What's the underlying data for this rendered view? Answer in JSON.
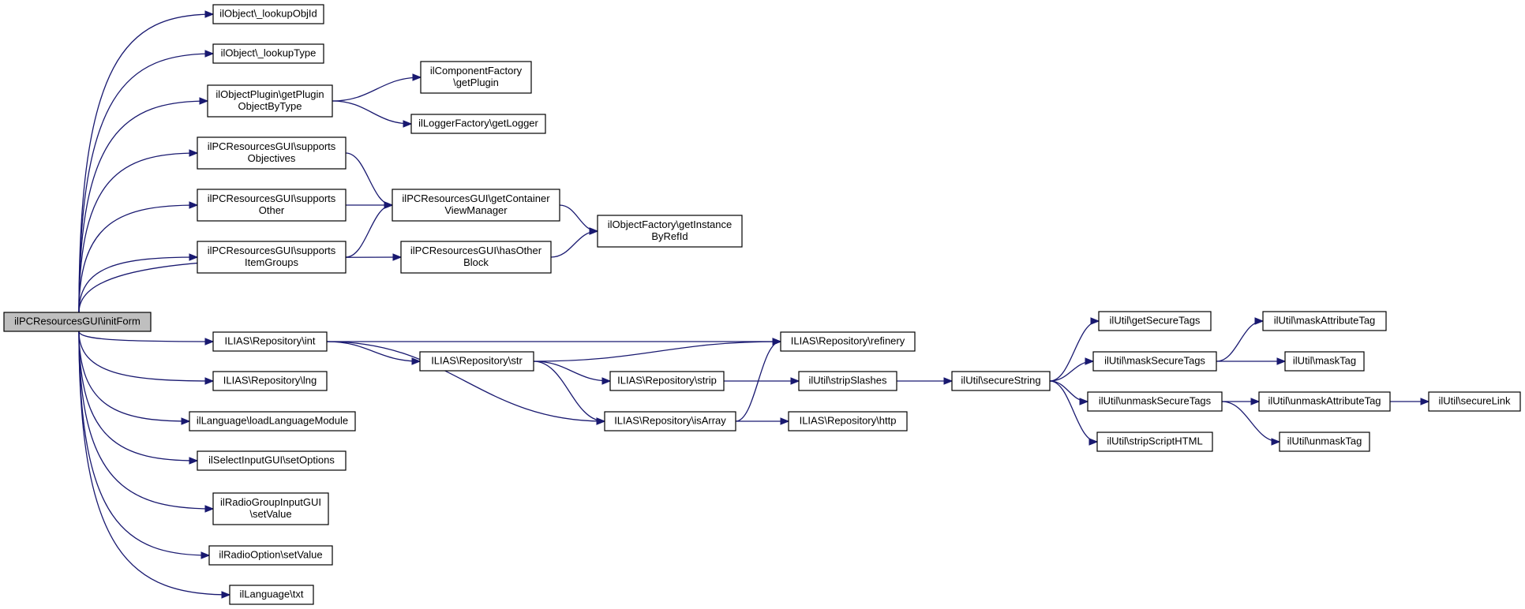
{
  "diagram": {
    "root": "initForm",
    "colors": {
      "edge": "#191970",
      "node_border": "#000000",
      "root_fill": "#bfbfbf",
      "node_fill": "#ffffff"
    },
    "nodes": [
      {
        "id": "initForm",
        "lines": [
          "ilPCResourcesGUI\\initForm"
        ]
      },
      {
        "id": "lookupObjId",
        "lines": [
          "ilObject\\_lookupObjId"
        ]
      },
      {
        "id": "lookupType",
        "lines": [
          "ilObject\\_lookupType"
        ]
      },
      {
        "id": "getPluginObjectByType",
        "lines": [
          "ilObjectPlugin\\getPlugin",
          "ObjectByType"
        ]
      },
      {
        "id": "compFactoryGetPlugin",
        "lines": [
          "ilComponentFactory",
          "\\getPlugin"
        ]
      },
      {
        "id": "getLogger",
        "lines": [
          "ilLoggerFactory\\getLogger"
        ]
      },
      {
        "id": "supportsObjectives",
        "lines": [
          "ilPCResourcesGUI\\supports",
          "Objectives"
        ]
      },
      {
        "id": "supportsOther",
        "lines": [
          "ilPCResourcesGUI\\supports",
          "Other"
        ]
      },
      {
        "id": "supportsItemGroups",
        "lines": [
          "ilPCResourcesGUI\\supports",
          "ItemGroups"
        ]
      },
      {
        "id": "getContainerViewManager",
        "lines": [
          "ilPCResourcesGUI\\getContainer",
          "ViewManager"
        ]
      },
      {
        "id": "hasOtherBlock",
        "lines": [
          "ilPCResourcesGUI\\hasOther",
          "Block"
        ]
      },
      {
        "id": "getInstanceByRefId",
        "lines": [
          "ilObjectFactory\\getInstance",
          "ByRefId"
        ]
      },
      {
        "id": "repoInt",
        "lines": [
          "ILIAS\\Repository\\int"
        ]
      },
      {
        "id": "repoStr",
        "lines": [
          "ILIAS\\Repository\\str"
        ]
      },
      {
        "id": "repoRefinery",
        "lines": [
          "ILIAS\\Repository\\refinery"
        ]
      },
      {
        "id": "repoStrip",
        "lines": [
          "ILIAS\\Repository\\strip"
        ]
      },
      {
        "id": "repoIsArray",
        "lines": [
          "ILIAS\\Repository\\isArray"
        ]
      },
      {
        "id": "repoHttp",
        "lines": [
          "ILIAS\\Repository\\http"
        ]
      },
      {
        "id": "repoLng",
        "lines": [
          "ILIAS\\Repository\\lng"
        ]
      },
      {
        "id": "loadLanguageModule",
        "lines": [
          "ilLanguage\\loadLanguageModule"
        ]
      },
      {
        "id": "setOptions",
        "lines": [
          "ilSelectInputGUI\\setOptions"
        ]
      },
      {
        "id": "radioGroupSetValue",
        "lines": [
          "ilRadioGroupInputGUI",
          "\\setValue"
        ]
      },
      {
        "id": "radioOptionSetValue",
        "lines": [
          "ilRadioOption\\setValue"
        ]
      },
      {
        "id": "langTxt",
        "lines": [
          "ilLanguage\\txt"
        ]
      },
      {
        "id": "stripSlashes",
        "lines": [
          "ilUtil\\stripSlashes"
        ]
      },
      {
        "id": "secureString",
        "lines": [
          "ilUtil\\secureString"
        ]
      },
      {
        "id": "getSecureTags",
        "lines": [
          "ilUtil\\getSecureTags"
        ]
      },
      {
        "id": "maskSecureTags",
        "lines": [
          "ilUtil\\maskSecureTags"
        ]
      },
      {
        "id": "unmaskSecureTags",
        "lines": [
          "ilUtil\\unmaskSecureTags"
        ]
      },
      {
        "id": "stripScriptHTML",
        "lines": [
          "ilUtil\\stripScriptHTML"
        ]
      },
      {
        "id": "maskAttributeTag",
        "lines": [
          "ilUtil\\maskAttributeTag"
        ]
      },
      {
        "id": "maskTag",
        "lines": [
          "ilUtil\\maskTag"
        ]
      },
      {
        "id": "unmaskAttributeTag",
        "lines": [
          "ilUtil\\unmaskAttributeTag"
        ]
      },
      {
        "id": "unmaskTag",
        "lines": [
          "ilUtil\\unmaskTag"
        ]
      },
      {
        "id": "secureLink",
        "lines": [
          "ilUtil\\secureLink"
        ]
      }
    ],
    "edges": [
      [
        "initForm",
        "lookupObjId"
      ],
      [
        "initForm",
        "lookupType"
      ],
      [
        "initForm",
        "getPluginObjectByType"
      ],
      [
        "initForm",
        "supportsObjectives"
      ],
      [
        "initForm",
        "supportsOther"
      ],
      [
        "initForm",
        "supportsItemGroups"
      ],
      [
        "initForm",
        "hasOtherBlock"
      ],
      [
        "initForm",
        "repoInt"
      ],
      [
        "initForm",
        "repoLng"
      ],
      [
        "initForm",
        "loadLanguageModule"
      ],
      [
        "initForm",
        "setOptions"
      ],
      [
        "initForm",
        "radioGroupSetValue"
      ],
      [
        "initForm",
        "radioOptionSetValue"
      ],
      [
        "initForm",
        "langTxt"
      ],
      [
        "getPluginObjectByType",
        "compFactoryGetPlugin"
      ],
      [
        "getPluginObjectByType",
        "getLogger"
      ],
      [
        "supportsObjectives",
        "getContainerViewManager"
      ],
      [
        "supportsOther",
        "getContainerViewManager"
      ],
      [
        "supportsItemGroups",
        "getContainerViewManager"
      ],
      [
        "getContainerViewManager",
        "getInstanceByRefId"
      ],
      [
        "hasOtherBlock",
        "getInstanceByRefId"
      ],
      [
        "repoInt",
        "repoRefinery"
      ],
      [
        "repoInt",
        "repoStr"
      ],
      [
        "repoInt",
        "repoIsArray"
      ],
      [
        "repoStr",
        "repoRefinery"
      ],
      [
        "repoStr",
        "repoStrip"
      ],
      [
        "repoStr",
        "repoIsArray"
      ],
      [
        "repoStrip",
        "stripSlashes"
      ],
      [
        "repoIsArray",
        "repoRefinery"
      ],
      [
        "repoIsArray",
        "repoHttp"
      ],
      [
        "stripSlashes",
        "secureString"
      ],
      [
        "secureString",
        "getSecureTags"
      ],
      [
        "secureString",
        "maskSecureTags"
      ],
      [
        "secureString",
        "unmaskSecureTags"
      ],
      [
        "secureString",
        "stripScriptHTML"
      ],
      [
        "maskSecureTags",
        "maskAttributeTag"
      ],
      [
        "maskSecureTags",
        "maskTag"
      ],
      [
        "unmaskSecureTags",
        "unmaskAttributeTag"
      ],
      [
        "unmaskSecureTags",
        "unmaskTag"
      ],
      [
        "unmaskAttributeTag",
        "secureLink"
      ]
    ]
  }
}
